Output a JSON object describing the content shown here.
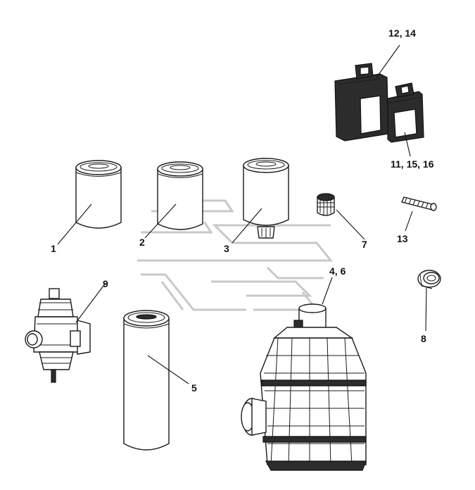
{
  "labels": {
    "l1": "1",
    "l2": "2",
    "l3": "3",
    "l46": "4, 6",
    "l5": "5",
    "l7": "7",
    "l8": "8",
    "l9": "9",
    "l1115": "11, 15, 16",
    "l1214": "12, 14",
    "l13": "13"
  },
  "icons": {
    "watermark": "logo-watermark",
    "canisters": "oil-canister-icon",
    "filter": "cylindrical-filter-icon"
  },
  "colors": {
    "line": "#1a1a1a",
    "watermark": "#c8c8c8",
    "canister_body": "#2c2c2c"
  }
}
